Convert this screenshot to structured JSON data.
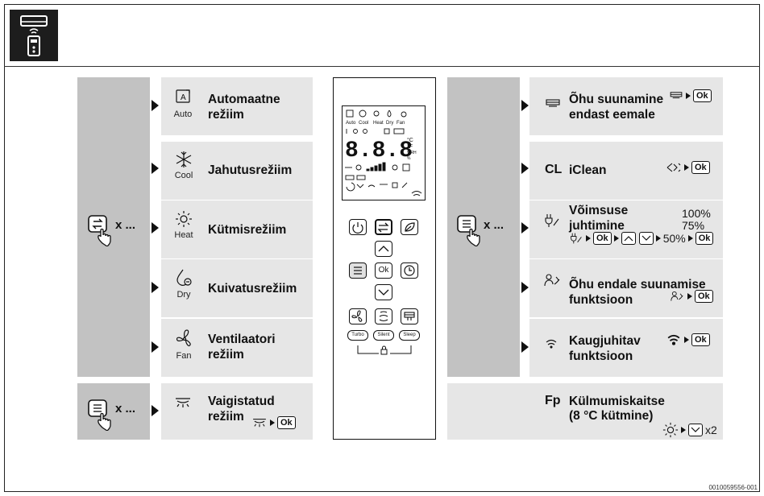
{
  "header": {
    "device_icon": "air-conditioner-remote-icon"
  },
  "left_group": {
    "trigger_label": "x ...",
    "trigger_icon": "mode-button-press-icon",
    "modes": [
      {
        "icon": "auto-icon",
        "icon_label": "Auto",
        "title": "Automaatne režiim"
      },
      {
        "icon": "snowflake-icon",
        "icon_label": "Cool",
        "title": "Jahutusrežiim"
      },
      {
        "icon": "sun-icon",
        "icon_label": "Heat",
        "title": "Kütmisrežiim"
      },
      {
        "icon": "droplet-icon",
        "icon_label": "Dry",
        "title": "Kuivatusrežiim"
      },
      {
        "icon": "fan-icon",
        "icon_label": "Fan",
        "title": "Ventilaatori režiim"
      }
    ]
  },
  "quiet_group": {
    "trigger_label": "x ...",
    "trigger_icon": "menu-button-press-icon",
    "title": "Vaigistatud režiim",
    "ok_label": "Ok"
  },
  "right_group": {
    "trigger_label": "x ...",
    "trigger_icon": "menu-button-press-icon",
    "items": [
      {
        "icon": "airflow-away-icon",
        "title": "Õhu suunamine endast eemale",
        "ok_label": "Ok"
      },
      {
        "code": "CL",
        "title": "iClean",
        "ok_label": "Ok"
      },
      {
        "icon": "power-control-icon",
        "title": "Võimsuse juhtimine",
        "levels": [
          "100%",
          "75%",
          "50%"
        ],
        "ok_label": "Ok"
      },
      {
        "icon": "follow-me-icon",
        "title": "Õhu endale suunamise funktsioon",
        "ok_label": "Ok"
      },
      {
        "icon": "wifi-icon",
        "title": "Kaugjuhitav funktsioon",
        "ok_label": "Ok"
      }
    ]
  },
  "frost_group": {
    "code": "Fp",
    "title_line1": "Külmumiskaitse",
    "title_line2": "(8 °C kütmine)",
    "count": "x2"
  },
  "remote": {
    "display_digits": "8.8.8",
    "unit_c": "°C",
    "unit_f": "°F",
    "unit_rh": "%RH",
    "unit_pct": "%",
    "mode_labels": [
      "Auto",
      "Cool",
      "Heat",
      "Dry",
      "Fan"
    ],
    "ok_label": "Ok",
    "bottom_buttons": [
      "Turbo",
      "Silent",
      "Sleep"
    ]
  },
  "footer": {
    "image_code": "0010059556-001"
  }
}
